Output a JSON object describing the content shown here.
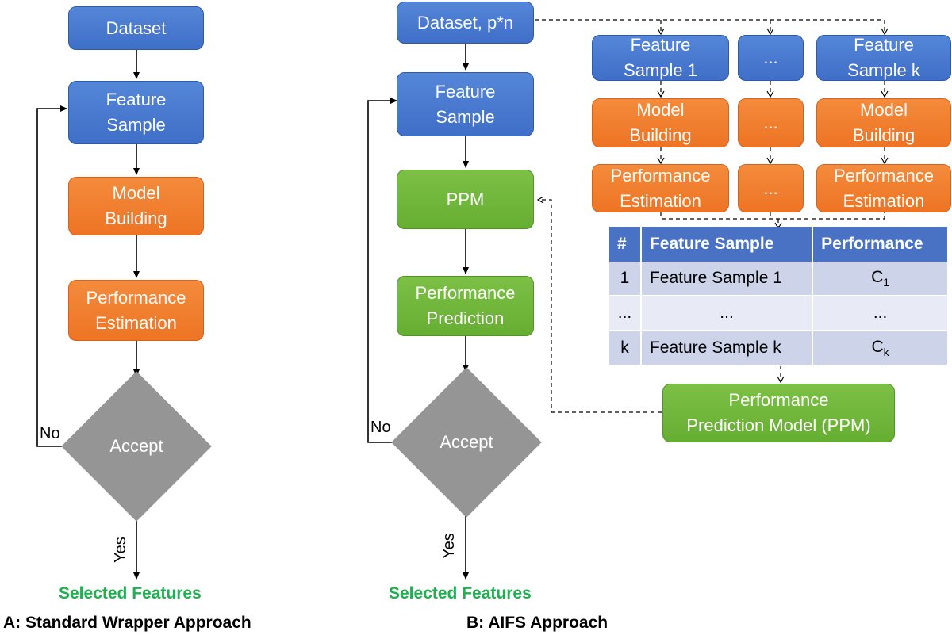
{
  "panel_a": {
    "caption": "A: Standard Wrapper Approach",
    "dataset": "Dataset",
    "feature_sample": "Feature\nSample",
    "model_building": "Model\nBuilding",
    "performance_estimation": "Performance\nEstimation",
    "accept": "Accept",
    "no": "No",
    "yes": "Yes",
    "selected": "Selected Features"
  },
  "panel_b": {
    "caption": "B: AIFS Approach",
    "dataset": "Dataset, p*n",
    "feature_sample": "Feature\nSample",
    "ppm": "PPM",
    "performance_prediction": "Performance\nPrediction",
    "accept": "Accept",
    "no": "No",
    "yes": "Yes",
    "selected": "Selected Features",
    "ppm_model": "Performance\nPrediction Model (PPM)",
    "columns": [
      {
        "sample": "Feature\nSample 1",
        "model": "Model\nBuilding",
        "perf": "Performance\nEstimation"
      },
      {
        "sample": "...",
        "model": "...",
        "perf": "..."
      },
      {
        "sample": "Feature\nSample k",
        "model": "Model\nBuilding",
        "perf": "Performance\nEstimation"
      }
    ],
    "table": {
      "headers": [
        "#",
        "Feature Sample",
        "Performance"
      ],
      "rows": [
        {
          "idx": "1",
          "sample": "Feature Sample 1",
          "perf": "C",
          "sub": "1"
        },
        {
          "idx": "...",
          "sample": "...",
          "perf": "...",
          "sub": ""
        },
        {
          "idx": "k",
          "sample": "Feature Sample k",
          "perf": "C",
          "sub": "k"
        }
      ]
    }
  },
  "colors": {
    "blue": "#4a7bd0",
    "orange": "#ef7b2c",
    "green": "#6db53a",
    "gray": "#959595",
    "selected_text": "#1fb14f"
  }
}
